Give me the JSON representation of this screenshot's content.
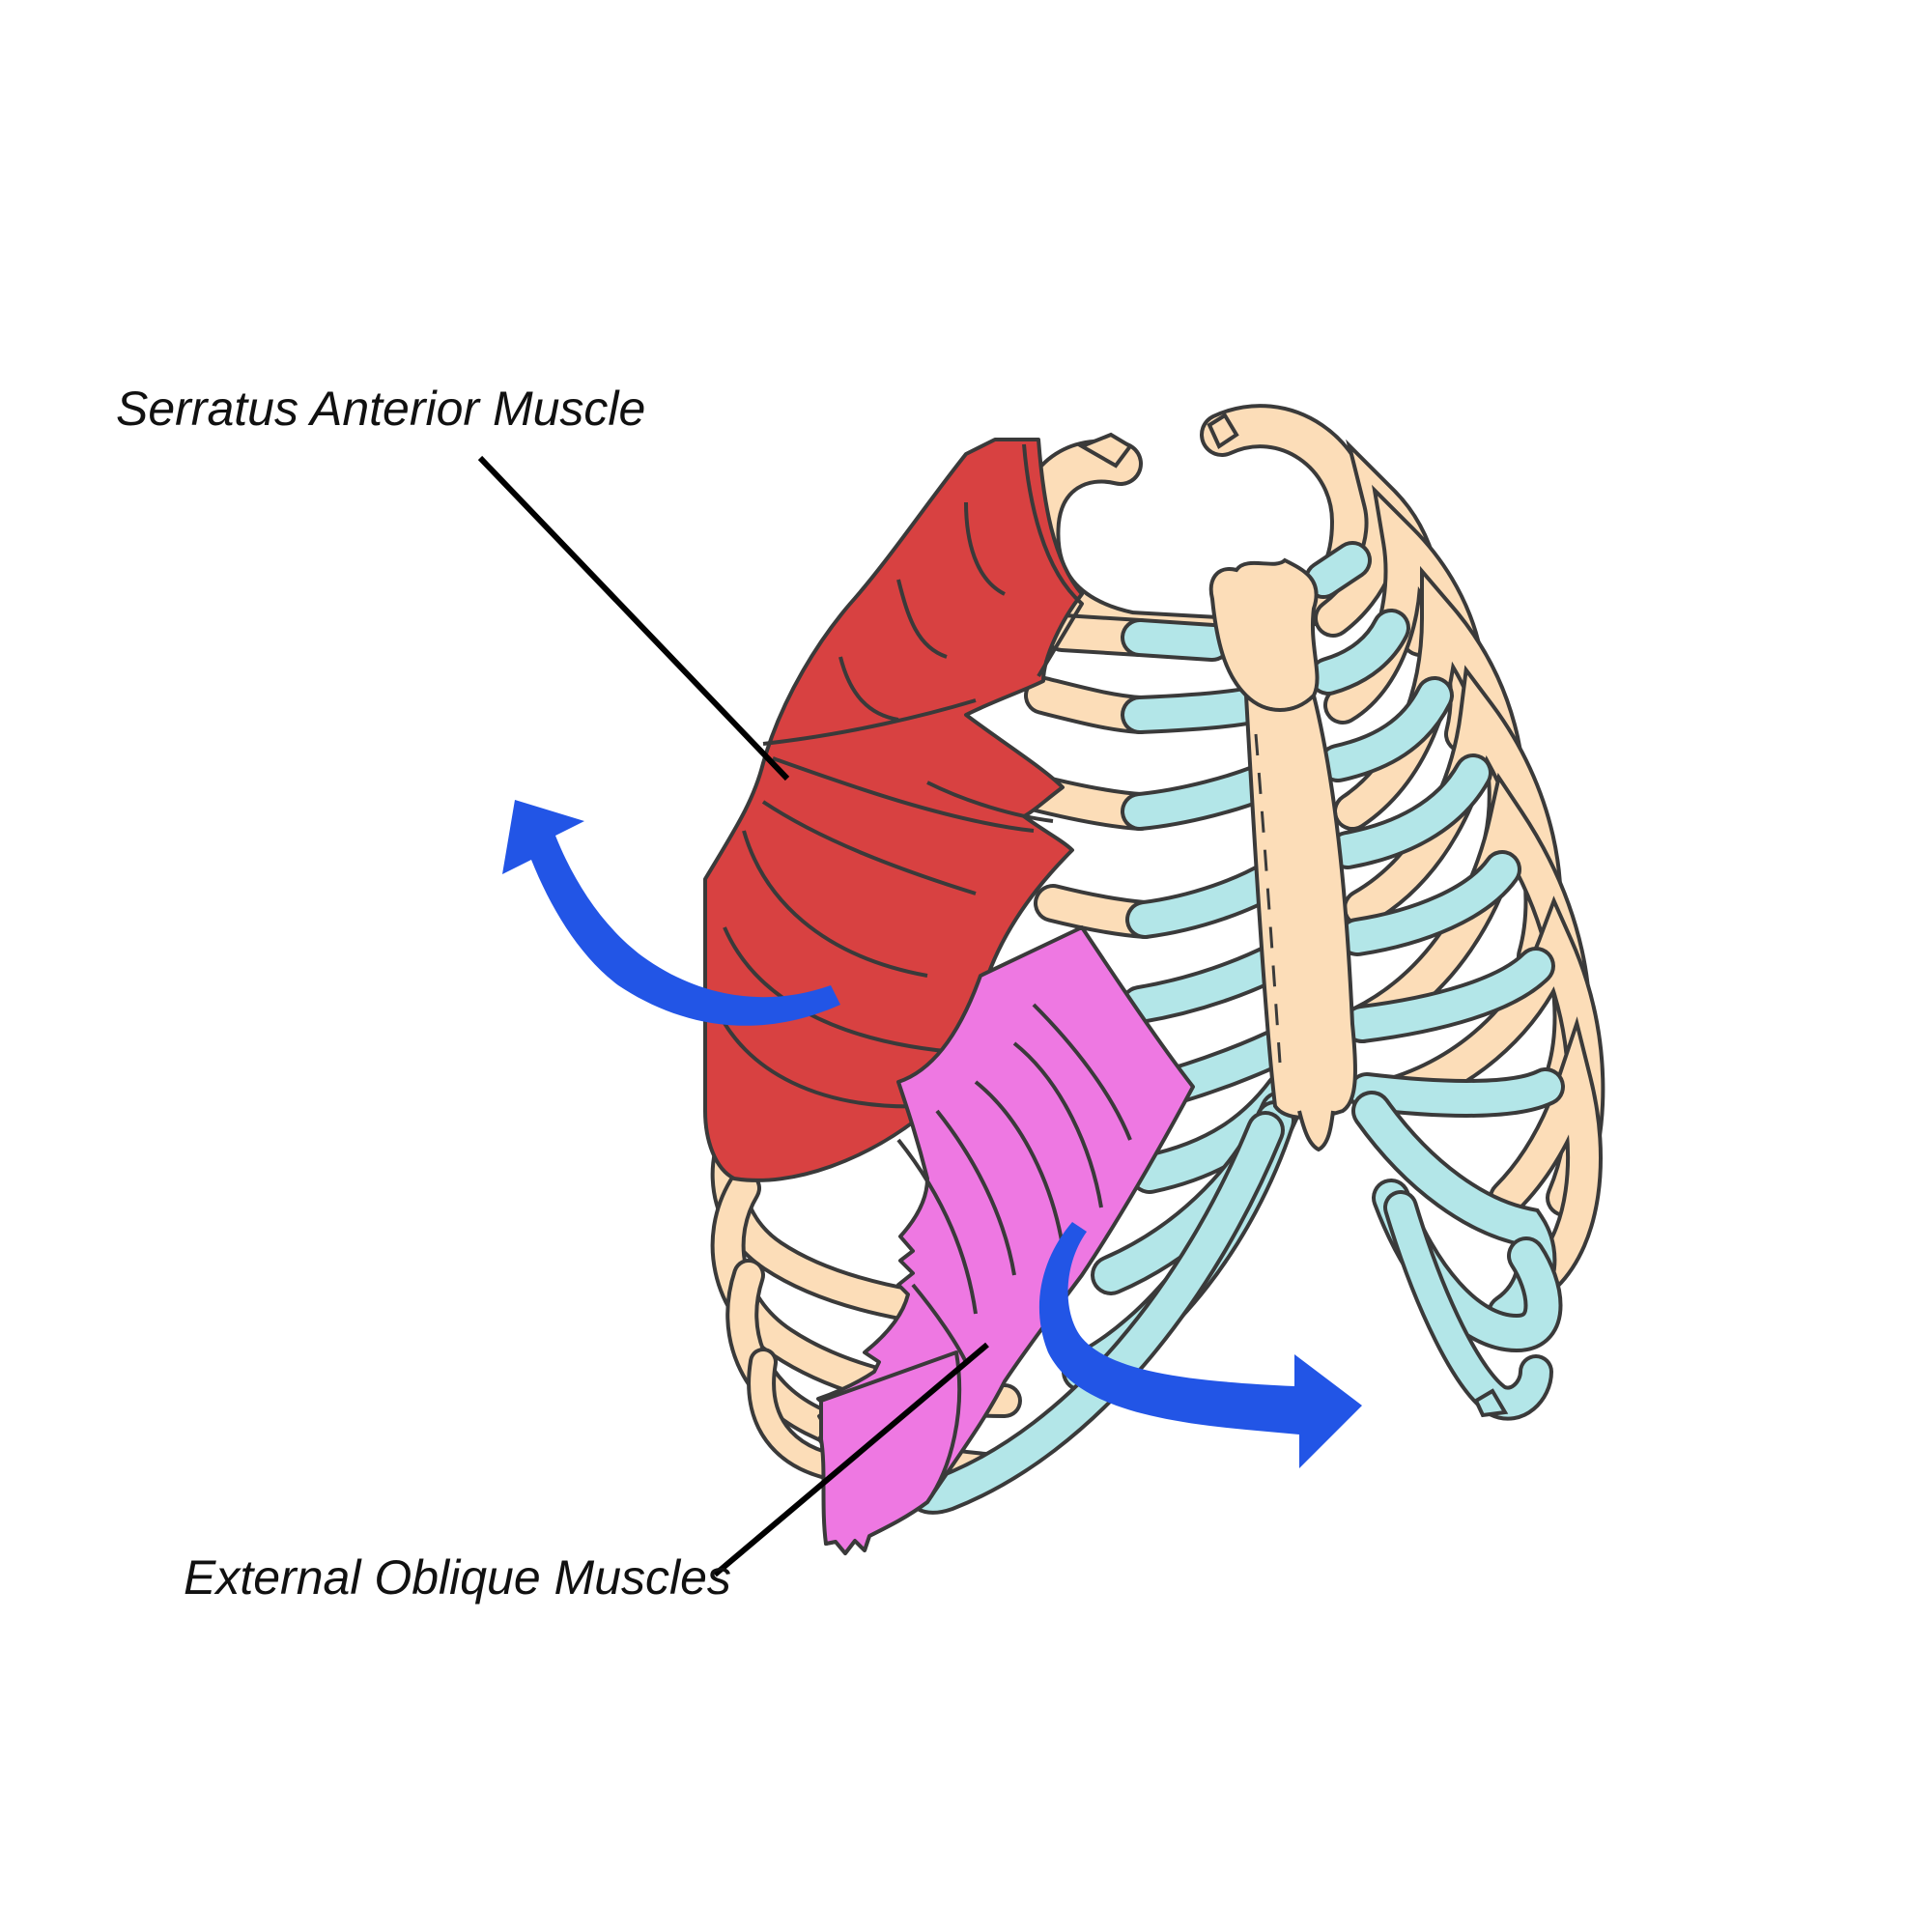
{
  "labels": {
    "serratus": "Serratus Anterior Muscle",
    "oblique": "External Oblique Muscles"
  },
  "colors": {
    "bone": "#FCDDB8",
    "cartilage": "#B3E6E8",
    "serratus": "#D84141",
    "oblique": "#EE78E2",
    "arrow": "#2255E6",
    "outline": "#3A3A3A",
    "leader": "#000000"
  },
  "arrows": [
    {
      "name": "upward-rotation-arrow",
      "direction": "up-left"
    },
    {
      "name": "downward-rotation-arrow",
      "direction": "down-right"
    }
  ]
}
